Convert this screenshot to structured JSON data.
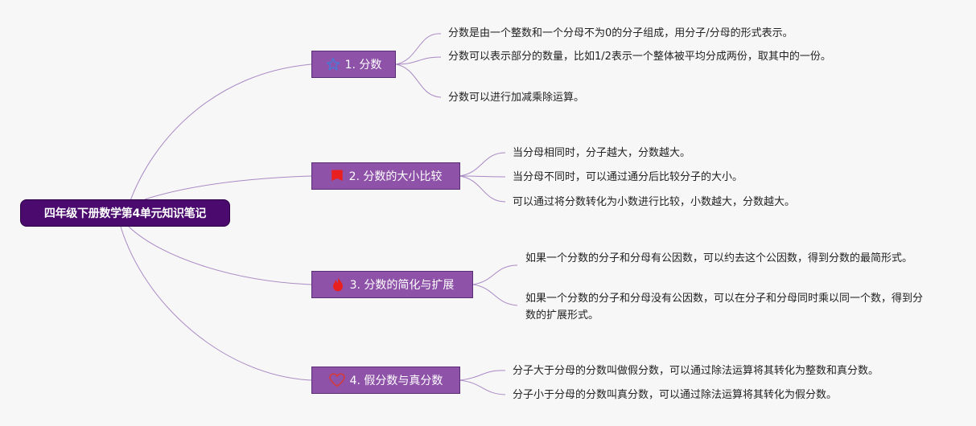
{
  "root": {
    "label": "四年级下册数学第4单元知识笔记"
  },
  "topics": [
    {
      "label": "1. 分数",
      "icon": "star-icon",
      "items": [
        "分数是由一个整数和一个分母不为0的分子组成，用分子/分母的形式表示。",
        "分数可以表示部分的数量，比如1/2表示一个整体被平均分成两份，取其中的一份。",
        "分数可以进行加减乘除运算。"
      ]
    },
    {
      "label": "2. 分数的大小比较",
      "icon": "flag-icon",
      "items": [
        "当分母相同时，分子越大，分数越大。",
        "当分母不同时，可以通过通分后比较分子的大小。",
        "可以通过将分数转化为小数进行比较，小数越大，分数越大。"
      ]
    },
    {
      "label": "3. 分数的简化与扩展",
      "icon": "fire-icon",
      "items": [
        "如果一个分数的分子和分母有公因数，可以约去这个公因数，得到分数的最简形式。",
        "如果一个分数的分子和分母没有公因数，可以在分子和分母同时乘以同一个数，得到分数的扩展形式。"
      ]
    },
    {
      "label": "4. 假分数与真分数",
      "icon": "heart-icon",
      "items": [
        "分子大于分母的分数叫做假分数，可以通过除法运算将其转化为整数和真分数。",
        "分子小于分母的分数叫真分数，可以通过除法运算将其转化为假分数。"
      ]
    }
  ],
  "colors": {
    "root_bg": "#4a0a6e",
    "topic_bg": "#8e52a8",
    "connector": "#a989c4",
    "star": "#4a78d4",
    "flag": "#e82020",
    "fire": "#e82020",
    "heart": "#d23c3c"
  }
}
